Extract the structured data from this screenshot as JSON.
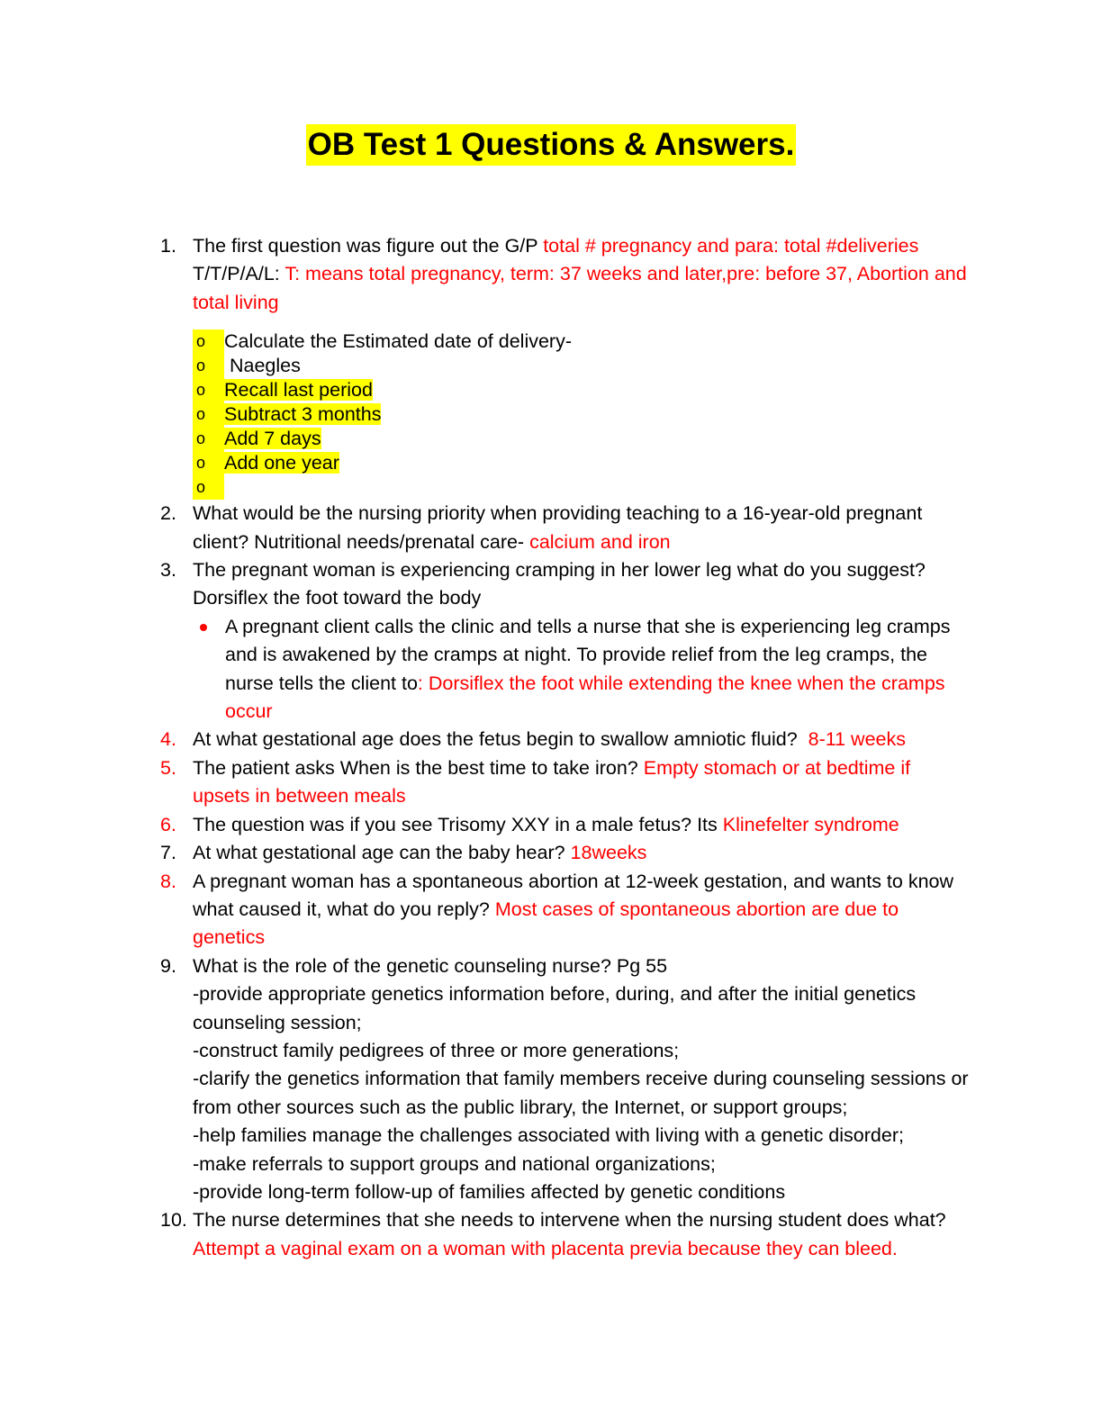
{
  "title": "OB Test 1 Questions & Answers.",
  "q1": {
    "num": "1.",
    "text": "The first question was figure out the G/P ",
    "answer": "total # pregnancy and para: total #deliveries",
    "line2_text": "T/T/P/A/L: ",
    "line2_answer": "T: means total pregnancy, term: 37 weeks and later,pre: before 37, Abortion and total living"
  },
  "q1_sublist": {
    "marker": "o",
    "items": [
      "Calculate the Estimated date of delivery-",
      " Naegles",
      "Recall last period",
      "Subtract 3 months",
      "Add 7 days",
      "Add one year",
      ""
    ]
  },
  "q2": {
    "num": "2.",
    "text": "What would be the nursing priority when providing teaching to a 16-year-old pregnant client? Nutritional needs/prenatal care- ",
    "answer": "calcium and iron"
  },
  "q3": {
    "num": "3.",
    "text": "The pregnant woman is experiencing cramping in her lower leg what do you suggest? Dorsiflex the foot toward the body",
    "bullet_text": "A pregnant client calls the clinic and tells a nurse that she is experiencing leg cramps and is awakened by the cramps at night. To provide relief from the leg cramps, the nurse tells the client to",
    "bullet_answer": ": Dorsiflex the foot while extending the knee when the cramps occur"
  },
  "q4": {
    "num": "4.",
    "text": "At what gestational age does the fetus begin to swallow amniotic fluid?  ",
    "answer": "8-11 weeks"
  },
  "q5": {
    "num": "5.",
    "text": "The patient asks When is the best time to take iron? ",
    "answer": "Empty stomach or at bedtime if upsets in between meals"
  },
  "q6": {
    "num": "6.",
    "text": "The question was if you see Trisomy XXY in a male fetus? Its ",
    "answer": "Klinefelter syndrome"
  },
  "q7": {
    "num": "7.",
    "text": "At what gestational age can the baby hear? ",
    "answer": "18weeks"
  },
  "q8": {
    "num": "8.",
    "text": "A pregnant woman has a spontaneous abortion at 12-week gestation, and wants to know what caused it, what do you reply? ",
    "answer": "Most cases of spontaneous abortion are due to genetics"
  },
  "q9": {
    "num": "9.",
    "text": "What is the role of the genetic counseling nurse? Pg 55",
    "lines": [
      "-provide appropriate genetics information before, during, and after the initial genetics counseling session;",
      "-construct family pedigrees of three or more generations;",
      "-clarify the genetics information that family members receive during counseling sessions or from other sources such as the public library, the Internet, or support groups;",
      "-help families manage the challenges associated with living with a genetic disorder;",
      "-make referrals to support groups and national organizations;",
      "-provide long-term follow-up of families affected by genetic conditions"
    ]
  },
  "q10": {
    "num": "10.",
    "text": "The nurse determines that she needs to intervene when the nursing student does what? ",
    "answer": "Attempt a vaginal exam on a woman with placenta previa because they can bleed."
  },
  "colors": {
    "highlight": "#ffff00",
    "answer": "#ff0000",
    "text": "#000000"
  }
}
